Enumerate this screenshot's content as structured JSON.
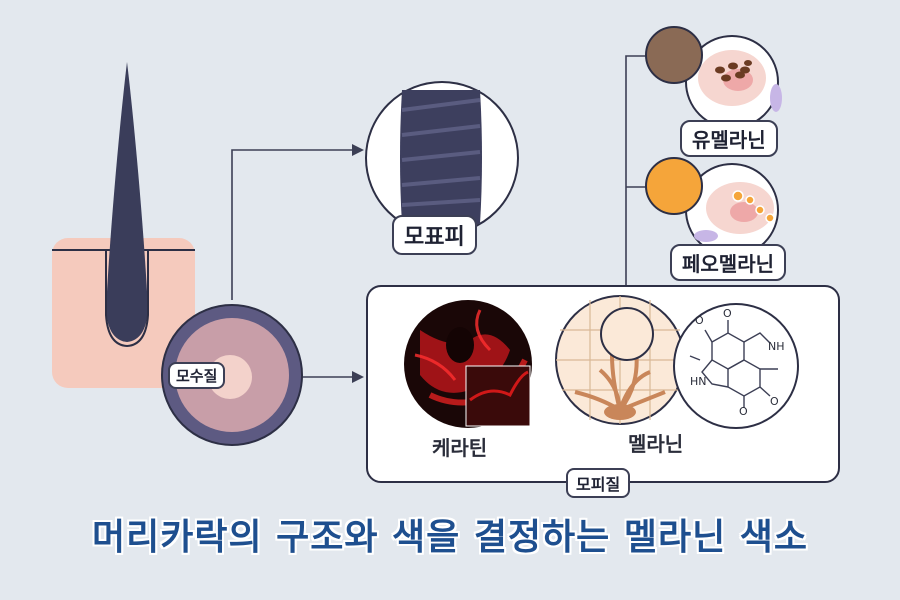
{
  "labels": {
    "cortex": "모수질",
    "cuticle": "모표피",
    "eumelanin": "유멜라닌",
    "pheomelanin": "페오멜라닌",
    "keratin": "케라틴",
    "melanin": "멜라닌",
    "cortex_region": "모피질",
    "chem_nh_top": "NH",
    "chem_nh_bottom": "HN",
    "chem_o": "O"
  },
  "title": "머리카락의 구조와 색을 결정하는 멜라닌 색소",
  "colors": {
    "background": "#e3e8ee",
    "title": "#1e4f8f",
    "eumelanin": "#8a6a55",
    "pheomelanin": "#f5a53a",
    "keratin": "#d0141a",
    "skin": "#f5cabd",
    "hair": "#3a3d5a"
  }
}
